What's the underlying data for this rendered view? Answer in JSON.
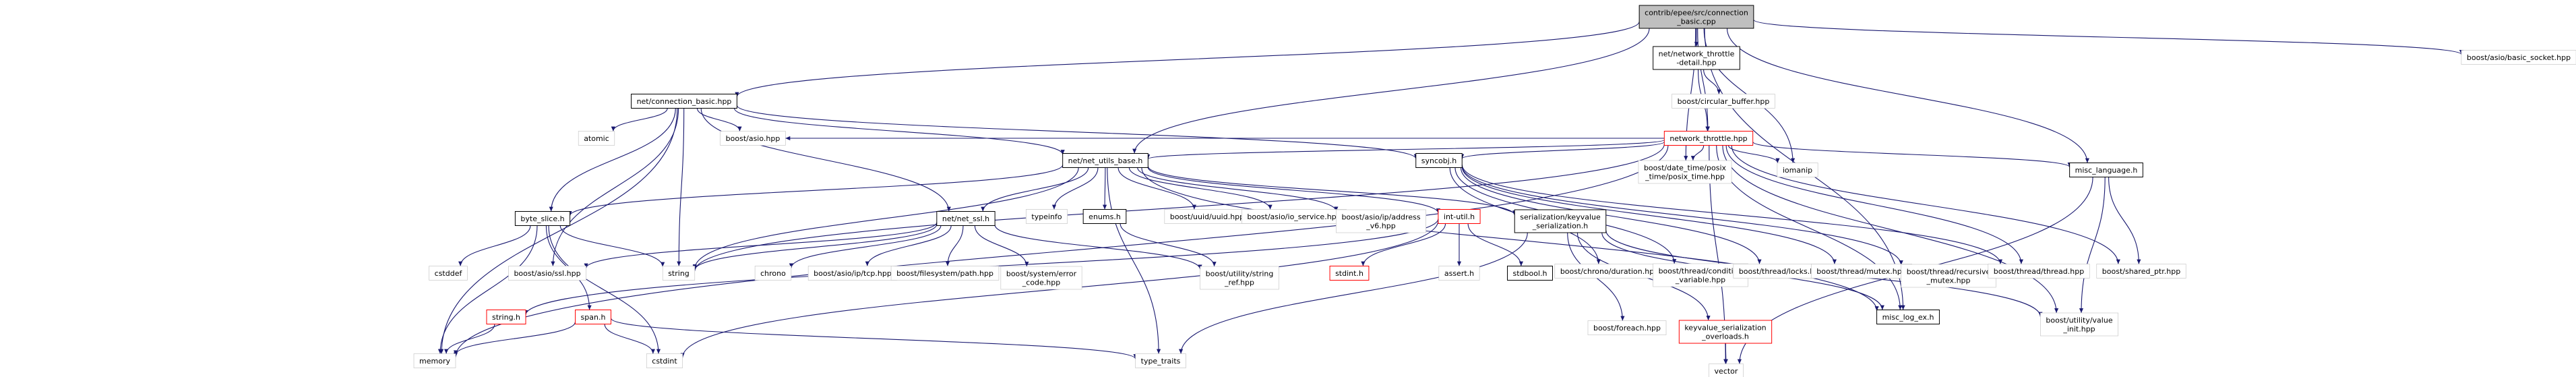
{
  "colors": {
    "edge": "#191970",
    "box_border": "#000000",
    "missing_border": "#ff0000",
    "root_fill": "#bfbfbf"
  },
  "nodes": [
    {
      "id": "root",
      "lines": [
        "contrib/epee/src/connection",
        "_basic.cpp"
      ],
      "style": "root"
    },
    {
      "id": "nthd",
      "lines": [
        "net/network_throttle",
        "-detail.hpp"
      ],
      "style": "box"
    },
    {
      "id": "basic_socket",
      "lines": [
        "boost/asio/basic_socket.hpp"
      ],
      "style": "plain"
    },
    {
      "id": "conn_basic",
      "lines": [
        "net/connection_basic.hpp"
      ],
      "style": "box"
    },
    {
      "id": "circ_buf",
      "lines": [
        "boost/circular_buffer.hpp"
      ],
      "style": "plain"
    },
    {
      "id": "nt_hpp",
      "lines": [
        "network_throttle.hpp"
      ],
      "style": "missing"
    },
    {
      "id": "atomic",
      "lines": [
        "atomic"
      ],
      "style": "plain"
    },
    {
      "id": "asio",
      "lines": [
        "boost/asio.hpp"
      ],
      "style": "plain"
    },
    {
      "id": "net_utils",
      "lines": [
        "net/net_utils_base.h"
      ],
      "style": "box"
    },
    {
      "id": "syncobj",
      "lines": [
        "syncobj.h"
      ],
      "style": "box"
    },
    {
      "id": "posix_time",
      "lines": [
        "boost/date_time/posix",
        "_time/posix_time.hpp"
      ],
      "style": "plain"
    },
    {
      "id": "iomanip",
      "lines": [
        "iomanip"
      ],
      "style": "plain"
    },
    {
      "id": "misc_lang",
      "lines": [
        "misc_language.h"
      ],
      "style": "box"
    },
    {
      "id": "byte_slice",
      "lines": [
        "byte_slice.h"
      ],
      "style": "box"
    },
    {
      "id": "net_ssl",
      "lines": [
        "net/net_ssl.h"
      ],
      "style": "box"
    },
    {
      "id": "typeinfo",
      "lines": [
        "typeinfo"
      ],
      "style": "plain"
    },
    {
      "id": "enums",
      "lines": [
        "enums.h"
      ],
      "style": "box"
    },
    {
      "id": "uuid",
      "lines": [
        "boost/uuid/uuid.hpp"
      ],
      "style": "plain"
    },
    {
      "id": "io_service",
      "lines": [
        "boost/asio/io_service.hpp"
      ],
      "style": "plain"
    },
    {
      "id": "addr_v6",
      "lines": [
        "boost/asio/ip/address",
        "_v6.hpp"
      ],
      "style": "plain"
    },
    {
      "id": "int_util",
      "lines": [
        "int-util.h"
      ],
      "style": "missing"
    },
    {
      "id": "ser_kv",
      "lines": [
        "serialization/keyvalue",
        "_serialization.h"
      ],
      "style": "box"
    },
    {
      "id": "chrono_dur",
      "lines": [
        "boost/chrono/duration.hpp"
      ],
      "style": "plain"
    },
    {
      "id": "cond_var",
      "lines": [
        "boost/thread/condition",
        "_variable.hpp"
      ],
      "style": "plain"
    },
    {
      "id": "locks",
      "lines": [
        "boost/thread/locks.hpp"
      ],
      "style": "plain"
    },
    {
      "id": "mutex",
      "lines": [
        "boost/thread/mutex.hpp"
      ],
      "style": "plain"
    },
    {
      "id": "rec_mutex",
      "lines": [
        "boost/thread/recursive",
        "_mutex.hpp"
      ],
      "style": "plain"
    },
    {
      "id": "thread",
      "lines": [
        "boost/thread/thread.hpp"
      ],
      "style": "plain"
    },
    {
      "id": "shared_ptr",
      "lines": [
        "boost/shared_ptr.hpp"
      ],
      "style": "plain"
    },
    {
      "id": "cstddef",
      "lines": [
        "cstddef"
      ],
      "style": "plain"
    },
    {
      "id": "ssl",
      "lines": [
        "boost/asio/ssl.hpp"
      ],
      "style": "plain"
    },
    {
      "id": "string",
      "lines": [
        "string"
      ],
      "style": "plain"
    },
    {
      "id": "chrono",
      "lines": [
        "chrono"
      ],
      "style": "plain"
    },
    {
      "id": "tcp",
      "lines": [
        "boost/asio/ip/tcp.hpp"
      ],
      "style": "plain"
    },
    {
      "id": "fs_path",
      "lines": [
        "boost/filesystem/path.hpp"
      ],
      "style": "plain"
    },
    {
      "id": "err_code",
      "lines": [
        "boost/system/error",
        "_code.hpp"
      ],
      "style": "plain"
    },
    {
      "id": "string_ref",
      "lines": [
        "boost/utility/string",
        "_ref.hpp"
      ],
      "style": "plain"
    },
    {
      "id": "stdint",
      "lines": [
        "stdint.h"
      ],
      "style": "missing"
    },
    {
      "id": "assert",
      "lines": [
        "assert.h"
      ],
      "style": "plain"
    },
    {
      "id": "stdbool",
      "lines": [
        "stdbool.h"
      ],
      "style": "box"
    },
    {
      "id": "foreach",
      "lines": [
        "boost/foreach.hpp"
      ],
      "style": "plain"
    },
    {
      "id": "kv_over",
      "lines": [
        "keyvalue_serialization",
        "_overloads.h"
      ],
      "style": "missing"
    },
    {
      "id": "misc_log",
      "lines": [
        "misc_log_ex.h"
      ],
      "style": "box"
    },
    {
      "id": "value_init",
      "lines": [
        "boost/utility/value",
        "_init.hpp"
      ],
      "style": "plain"
    },
    {
      "id": "string_h",
      "lines": [
        "string.h"
      ],
      "style": "missing"
    },
    {
      "id": "span",
      "lines": [
        "span.h"
      ],
      "style": "missing"
    },
    {
      "id": "memory",
      "lines": [
        "memory"
      ],
      "style": "plain"
    },
    {
      "id": "cstdint",
      "lines": [
        "cstdint"
      ],
      "style": "plain"
    },
    {
      "id": "type_traits",
      "lines": [
        "type_traits"
      ],
      "style": "plain"
    },
    {
      "id": "vector",
      "lines": [
        "vector"
      ],
      "style": "plain"
    }
  ],
  "edges": [
    [
      "root",
      "nthd"
    ],
    [
      "root",
      "basic_socket"
    ],
    [
      "root",
      "conn_basic"
    ],
    [
      "root",
      "net_utils"
    ],
    [
      "root",
      "posix_time"
    ],
    [
      "root",
      "iomanip"
    ],
    [
      "root",
      "misc_lang"
    ],
    [
      "root",
      "misc_log"
    ],
    [
      "root",
      "nt_hpp"
    ],
    [
      "nthd",
      "circ_buf"
    ],
    [
      "nthd",
      "nt_hpp"
    ],
    [
      "nt_hpp",
      "asio"
    ],
    [
      "nt_hpp",
      "net_utils"
    ],
    [
      "nt_hpp",
      "syncobj"
    ],
    [
      "nt_hpp",
      "posix_time"
    ],
    [
      "nt_hpp",
      "iomanip"
    ],
    [
      "nt_hpp",
      "misc_lang"
    ],
    [
      "nt_hpp",
      "thread"
    ],
    [
      "nt_hpp",
      "shared_ptr"
    ],
    [
      "nt_hpp",
      "misc_log"
    ],
    [
      "nt_hpp",
      "value_init"
    ],
    [
      "nt_hpp",
      "vector"
    ],
    [
      "nt_hpp",
      "memory"
    ],
    [
      "nt_hpp",
      "string"
    ],
    [
      "conn_basic",
      "atomic"
    ],
    [
      "conn_basic",
      "asio"
    ],
    [
      "conn_basic",
      "net_utils"
    ],
    [
      "conn_basic",
      "syncobj"
    ],
    [
      "conn_basic",
      "byte_slice"
    ],
    [
      "conn_basic",
      "net_ssl"
    ],
    [
      "conn_basic",
      "ssl"
    ],
    [
      "conn_basic",
      "string"
    ],
    [
      "conn_basic",
      "memory"
    ],
    [
      "net_utils",
      "typeinfo"
    ],
    [
      "net_utils",
      "enums"
    ],
    [
      "net_utils",
      "uuid"
    ],
    [
      "net_utils",
      "io_service"
    ],
    [
      "net_utils",
      "addr_v6"
    ],
    [
      "net_utils",
      "int_util"
    ],
    [
      "net_utils",
      "ser_kv"
    ],
    [
      "net_utils",
      "byte_slice"
    ],
    [
      "net_utils",
      "net_ssl"
    ],
    [
      "net_utils",
      "string"
    ],
    [
      "net_utils",
      "misc_log"
    ],
    [
      "net_utils",
      "type_traits"
    ],
    [
      "syncobj",
      "chrono_dur"
    ],
    [
      "syncobj",
      "cond_var"
    ],
    [
      "syncobj",
      "locks"
    ],
    [
      "syncobj",
      "mutex"
    ],
    [
      "syncobj",
      "rec_mutex"
    ],
    [
      "syncobj",
      "thread"
    ],
    [
      "misc_lang",
      "shared_ptr"
    ],
    [
      "misc_lang",
      "value_init"
    ],
    [
      "misc_lang",
      "vector"
    ],
    [
      "byte_slice",
      "cstddef"
    ],
    [
      "byte_slice",
      "memory"
    ],
    [
      "byte_slice",
      "span"
    ],
    [
      "byte_slice",
      "cstdint"
    ],
    [
      "byte_slice",
      "string"
    ],
    [
      "net_ssl",
      "chrono"
    ],
    [
      "net_ssl",
      "string"
    ],
    [
      "net_ssl",
      "tcp"
    ],
    [
      "net_ssl",
      "fs_path"
    ],
    [
      "net_ssl",
      "err_code"
    ],
    [
      "net_ssl",
      "string_ref"
    ],
    [
      "net_ssl",
      "ssl"
    ],
    [
      "enums",
      "string_ref"
    ],
    [
      "int_util",
      "assert"
    ],
    [
      "int_util",
      "stdbool"
    ],
    [
      "int_util",
      "stdint"
    ],
    [
      "int_util",
      "string_h"
    ],
    [
      "int_util",
      "cstdint"
    ],
    [
      "ser_kv",
      "type_traits"
    ],
    [
      "ser_kv",
      "foreach"
    ],
    [
      "ser_kv",
      "kv_over"
    ],
    [
      "ser_kv",
      "misc_log"
    ],
    [
      "ser_kv",
      "value_init"
    ],
    [
      "kv_over",
      "vector"
    ],
    [
      "string_h",
      "memory"
    ],
    [
      "span",
      "cstdint"
    ],
    [
      "span",
      "memory"
    ],
    [
      "span",
      "type_traits"
    ]
  ]
}
